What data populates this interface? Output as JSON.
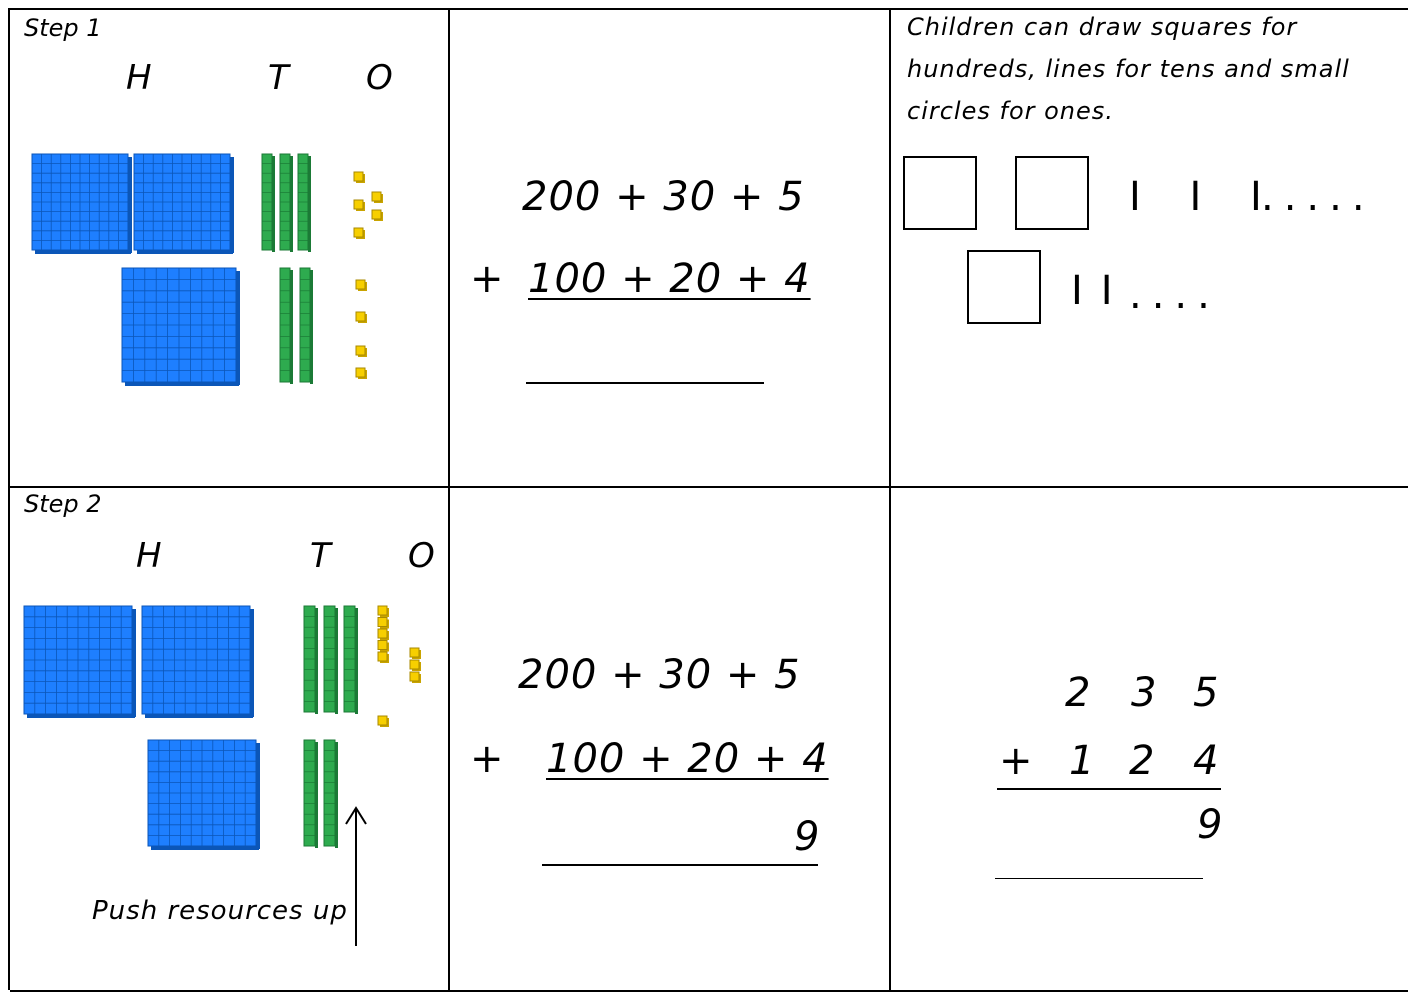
{
  "step1": {
    "label": "Step 1",
    "columns": {
      "hundreds": "H",
      "tens": "T",
      "ones": "O"
    },
    "number_a": {
      "hundreds": 2,
      "tens": 3,
      "ones": 5
    },
    "number_b": {
      "hundreds": 1,
      "tens": 2,
      "ones": 4
    },
    "equation": {
      "line1": "200 + 30 + 5",
      "operator": "+",
      "line2": "100 + 20 + 4",
      "answer": ""
    },
    "note": "Children can draw squares for hundreds, lines for tens and small circles for ones.",
    "pictorial": {
      "row1_tens": "I I I",
      "row1_ones": ".....",
      "row2_tens": "II",
      "row2_ones": "...."
    }
  },
  "step2": {
    "label": "Step 2",
    "columns": {
      "hundreds": "H",
      "tens": "T",
      "ones": "O"
    },
    "equation": {
      "line1": "200 + 30 + 5",
      "operator": "+",
      "line2": "100 + 20 + 4",
      "answer": "9"
    },
    "caption": "Push resources up",
    "column_method": {
      "line1": [
        "2",
        "3",
        "5"
      ],
      "operator": "+",
      "line2": [
        "1",
        "2",
        "4"
      ],
      "answer": "9"
    }
  },
  "colors": {
    "hundreds_block": "#1e7fff",
    "tens_rod": "#2eab4f",
    "ones_cube": "#f7cf00",
    "line": "#000000"
  }
}
